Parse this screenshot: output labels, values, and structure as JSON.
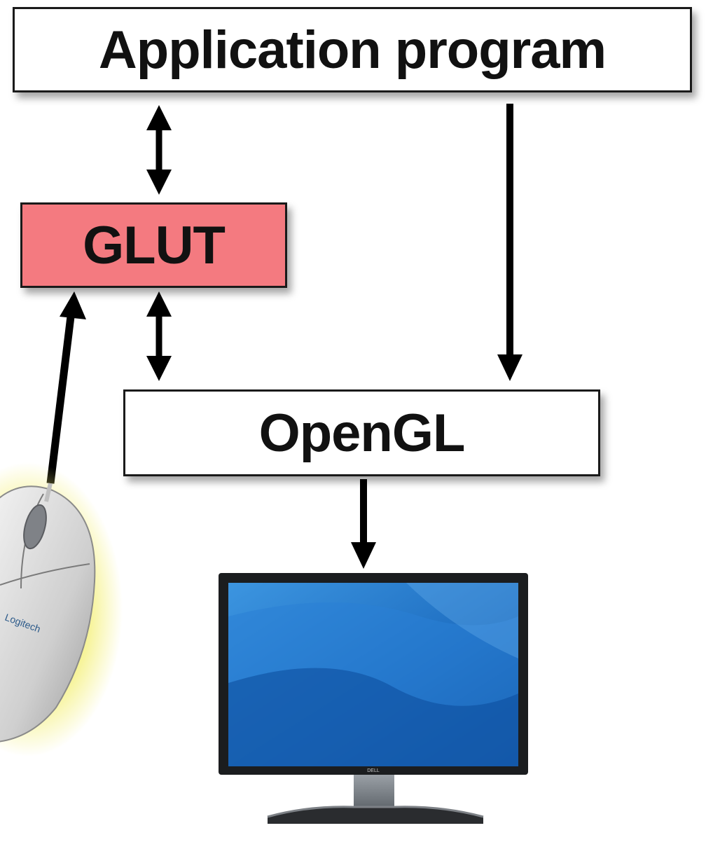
{
  "diagram": {
    "boxes": {
      "application": {
        "label": "Application program"
      },
      "glut": {
        "label": "GLUT",
        "fill": "#f47a80"
      },
      "opengl": {
        "label": "OpenGL"
      }
    },
    "arrows": [
      {
        "from": "application",
        "to": "glut",
        "direction": "both"
      },
      {
        "from": "application",
        "to": "opengl",
        "direction": "forward"
      },
      {
        "from": "glut",
        "to": "opengl",
        "direction": "both"
      },
      {
        "from": "mouse",
        "to": "glut",
        "direction": "forward"
      },
      {
        "from": "opengl",
        "to": "monitor",
        "direction": "forward"
      }
    ],
    "devices": {
      "mouse": {
        "icon": "mouse-icon",
        "brand_text": "Logitech"
      },
      "monitor": {
        "icon": "monitor-icon",
        "brand_text": "DELL"
      }
    },
    "colors": {
      "glut_fill": "#f47a80",
      "arrow": "#000000",
      "screen": "#1f73c8",
      "mouse_glow": "#f4f07a"
    }
  }
}
